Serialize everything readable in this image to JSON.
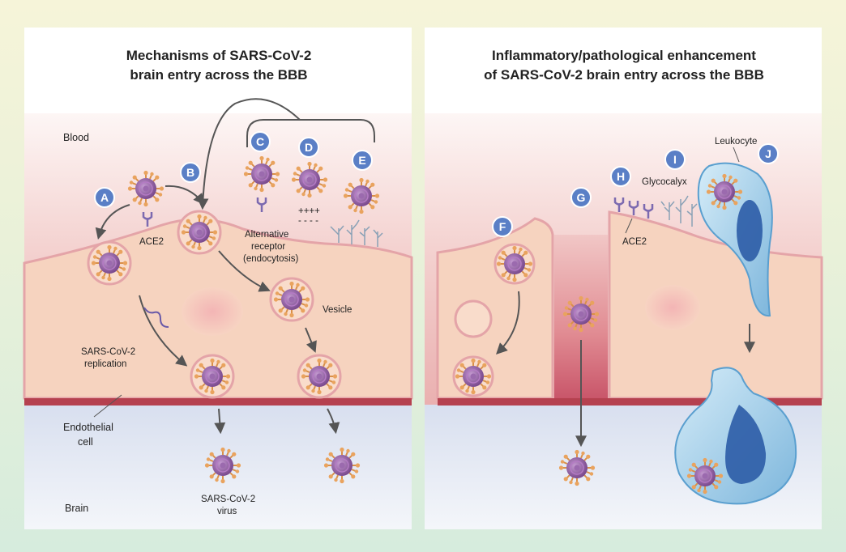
{
  "panels": {
    "left": {
      "title_line1": "Mechanisms of SARS-CoV-2",
      "title_line2": "brain entry across the BBB",
      "labels": {
        "blood": "Blood",
        "brain": "Brain",
        "ace2": "ACE2",
        "alt_receptor_1": "Alternative",
        "alt_receptor_2": "receptor",
        "alt_receptor_3": "(endocytosis)",
        "charges_pos": "++++",
        "charges_neg": "- - - -",
        "vesicle": "Vesicle",
        "replication_1": "SARS-CoV-2",
        "replication_2": "replication",
        "endothelial_1": "Endothelial",
        "endothelial_2": "cell",
        "virus_1": "SARS-CoV-2",
        "virus_2": "virus"
      },
      "badges": [
        "A",
        "B",
        "C",
        "D",
        "E"
      ]
    },
    "right": {
      "title_line1": "Inflammatory/pathological enhancement",
      "title_line2": "of SARS-CoV-2 brain entry across the BBB",
      "labels": {
        "leukocyte": "Leukocyte",
        "glycocalyx": "Glycocalyx",
        "ace2": "ACE2"
      },
      "badges": [
        "F",
        "G",
        "H",
        "I",
        "J"
      ]
    }
  },
  "colors": {
    "blood_top": "#f7e3e1",
    "blood_mid": "#efc3c0",
    "cell": "#f6d2bd",
    "membrane": "#e3a6a8",
    "basement": "#b5414f",
    "brain": "#e0e6f2",
    "virus_core": "#8a5a9a",
    "virus_spike": "#e39a52",
    "badge": "#5a7fc6",
    "leukocyte": "#9fcbe6",
    "nucleus": "#2f5ea8"
  }
}
